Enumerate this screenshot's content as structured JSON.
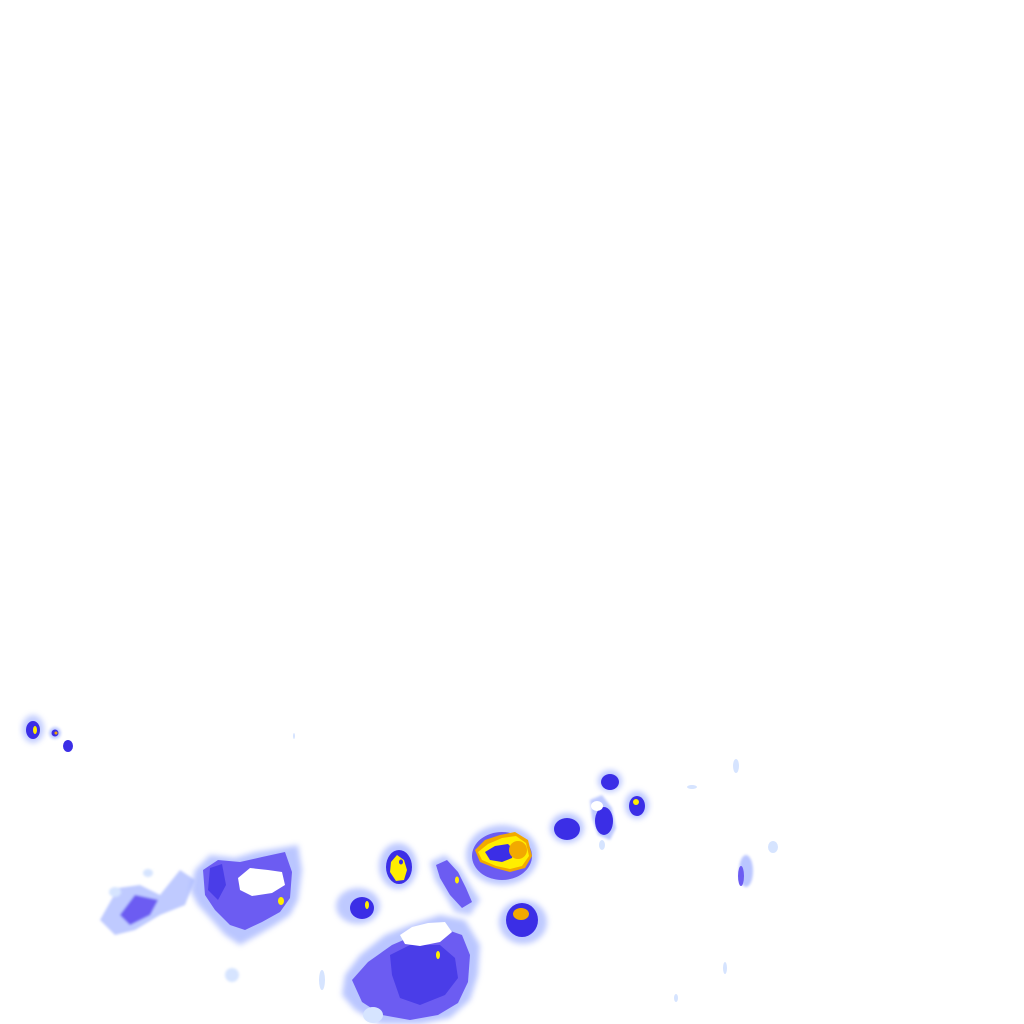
{
  "map": {
    "layer": "precipitation-intensity",
    "background_color": "#ffffff",
    "intensity_palette": {
      "trace": "#d6e4ff",
      "light": "#a9b8ff",
      "moderate": "#6c5cf2",
      "heavy": "#3b2ee6",
      "very_heavy": "#f2a900",
      "extreme": "#ffee00"
    },
    "echo_cells": [
      {
        "id": "cell-nw-1",
        "peak": "extreme"
      },
      {
        "id": "cell-nw-2",
        "peak": "very_heavy"
      },
      {
        "id": "cell-nw-3",
        "peak": "heavy"
      },
      {
        "id": "cell-west-band",
        "peak": "moderate"
      },
      {
        "id": "cell-west-ring",
        "peak": "extreme"
      },
      {
        "id": "cell-center-small",
        "peak": "extreme"
      },
      {
        "id": "cell-center-yellow",
        "peak": "extreme"
      },
      {
        "id": "cell-center-mid",
        "peak": "extreme"
      },
      {
        "id": "cell-south-mass",
        "peak": "extreme"
      },
      {
        "id": "cell-ring-orange",
        "peak": "extreme"
      },
      {
        "id": "cell-south-orange",
        "peak": "very_heavy"
      },
      {
        "id": "cell-east-1",
        "peak": "heavy"
      },
      {
        "id": "cell-east-2",
        "peak": "heavy"
      },
      {
        "id": "cell-east-3",
        "peak": "extreme"
      },
      {
        "id": "cell-far-east",
        "peak": "light"
      }
    ]
  }
}
